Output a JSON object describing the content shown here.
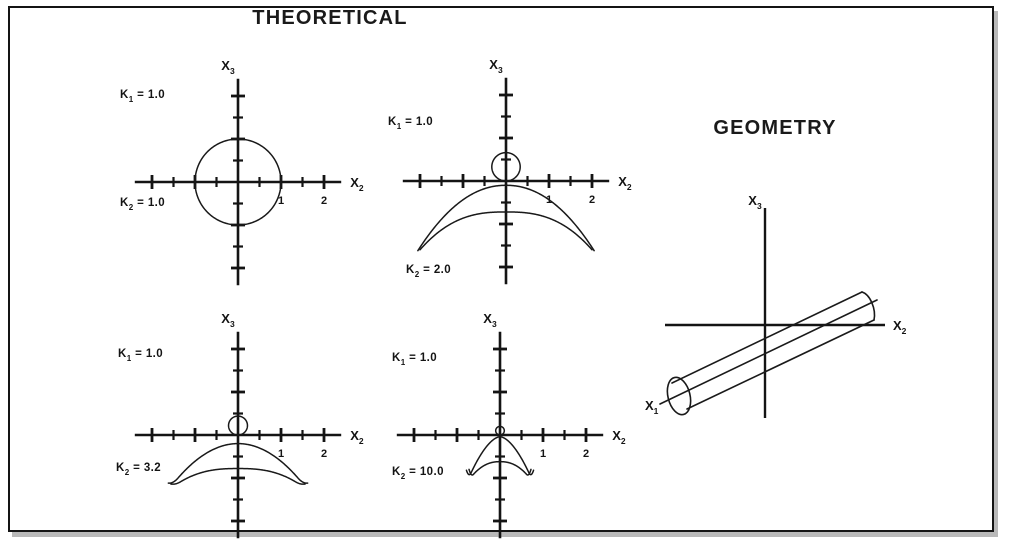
{
  "figure": {
    "left_panel_title": "THEORETICAL",
    "right_panel_title": "GEOMETRY",
    "frame_color": "#141414",
    "curve_color": "#191919",
    "background_color": "#ffffff"
  },
  "axis_labels": {
    "x1": "X",
    "x1_sub": "1",
    "x2": "X",
    "x2_sub": "2",
    "x3": "X",
    "x3_sub": "3"
  },
  "k_symbol": "K",
  "equals": "=",
  "tick_labels": [
    "1",
    "2"
  ],
  "geometry": {
    "title": "GEOMETRY",
    "horizontal_axis_label": "X",
    "horizontal_axis_sub": "2",
    "vertical_axis_label": "X",
    "vertical_axis_sub": "3",
    "cylinder_axis_label": "X",
    "cylinder_axis_sub": "1",
    "shape": "tilted-cylinder"
  },
  "chart_data": [
    {
      "id": "plot-1",
      "type": "line",
      "title": "",
      "xlabel": "X2",
      "ylabel": "X3",
      "k1_label": "K",
      "k1_sub": "1",
      "k1_value": "1.0",
      "k2_label": "K",
      "k2_sub": "2",
      "k2_value": "1.0",
      "xlim": [
        -2.4,
        2.4
      ],
      "ylim": [
        -2.4,
        2.4
      ],
      "tick_step": 0.5,
      "tick_labels": [
        {
          "value": 1,
          "text": "1"
        },
        {
          "value": 2,
          "text": "2"
        }
      ],
      "grid": false,
      "curves": [
        {
          "name": "isotropic-circle",
          "kind": "circle",
          "cx": 0.0,
          "cy": 0.0,
          "r": 1.0
        }
      ]
    },
    {
      "id": "plot-2",
      "type": "line",
      "title": "",
      "xlabel": "X2",
      "ylabel": "X3",
      "k1_label": "K",
      "k1_sub": "1",
      "k1_value": "1.0",
      "k2_label": "K",
      "k2_sub": "2",
      "k2_value": "2.0",
      "xlim": [
        -2.4,
        2.4
      ],
      "ylim": [
        -2.4,
        2.4
      ],
      "tick_step": 0.5,
      "tick_labels": [
        {
          "value": 1,
          "text": "1"
        },
        {
          "value": 2,
          "text": "2"
        }
      ],
      "grid": false,
      "curves": [
        {
          "name": "upper-lobe",
          "kind": "circle",
          "cx": 0.0,
          "cy": 0.33,
          "r": 0.33
        },
        {
          "name": "outer-wing",
          "kind": "wing",
          "half_width": 2.05,
          "depth": 1.62,
          "crest": 0.1,
          "tip_drop": 0.0,
          "power": 2.1
        },
        {
          "name": "inner-wing",
          "kind": "wing",
          "half_width": 2.0,
          "depth": 1.6,
          "crest": 0.72,
          "tip_drop": 0.0,
          "power": 2.6
        }
      ]
    },
    {
      "id": "plot-3",
      "type": "line",
      "title": "",
      "xlabel": "X2",
      "ylabel": "X3",
      "k1_label": "K",
      "k1_sub": "1",
      "k1_value": "1.0",
      "k2_label": "K",
      "k2_sub": "2",
      "k2_value": "3.2",
      "xlim": [
        -2.4,
        2.4
      ],
      "ylim": [
        -2.4,
        2.4
      ],
      "tick_step": 0.5,
      "tick_labels": [
        {
          "value": 1,
          "text": "1"
        },
        {
          "value": 2,
          "text": "2"
        }
      ],
      "grid": false,
      "curves": [
        {
          "name": "upper-lobe",
          "kind": "circle",
          "cx": 0.0,
          "cy": 0.22,
          "r": 0.22
        },
        {
          "name": "outer-wing",
          "kind": "wing",
          "half_width": 1.62,
          "depth": 1.28,
          "crest": 0.2,
          "tip_drop": 0.16,
          "power": 2.0
        },
        {
          "name": "inner-wing",
          "kind": "wing",
          "half_width": 1.56,
          "depth": 1.24,
          "crest": 0.78,
          "tip_drop": 0.1,
          "power": 2.6
        }
      ]
    },
    {
      "id": "plot-4",
      "type": "line",
      "title": "",
      "xlabel": "X2",
      "ylabel": "X3",
      "k1_label": "K",
      "k1_sub": "1",
      "k1_value": "1.0",
      "k2_label": "K",
      "k2_sub": "2",
      "k2_value": "10.0",
      "xlim": [
        -2.4,
        2.4
      ],
      "ylim": [
        -2.4,
        2.4
      ],
      "tick_step": 0.5,
      "tick_labels": [
        {
          "value": 1,
          "text": "1"
        },
        {
          "value": 2,
          "text": "2"
        }
      ],
      "grid": false,
      "curves": [
        {
          "name": "upper-lobe",
          "kind": "circle",
          "cx": 0.0,
          "cy": 0.1,
          "r": 0.1
        },
        {
          "name": "outer-wing",
          "kind": "wing",
          "half_width": 0.78,
          "depth": 1.12,
          "crest": 0.04,
          "tip_drop": 0.3,
          "power": 1.7
        },
        {
          "name": "inner-wing",
          "kind": "wing",
          "half_width": 0.72,
          "depth": 1.04,
          "crest": 0.62,
          "tip_drop": 0.24,
          "power": 2.3
        }
      ]
    }
  ]
}
